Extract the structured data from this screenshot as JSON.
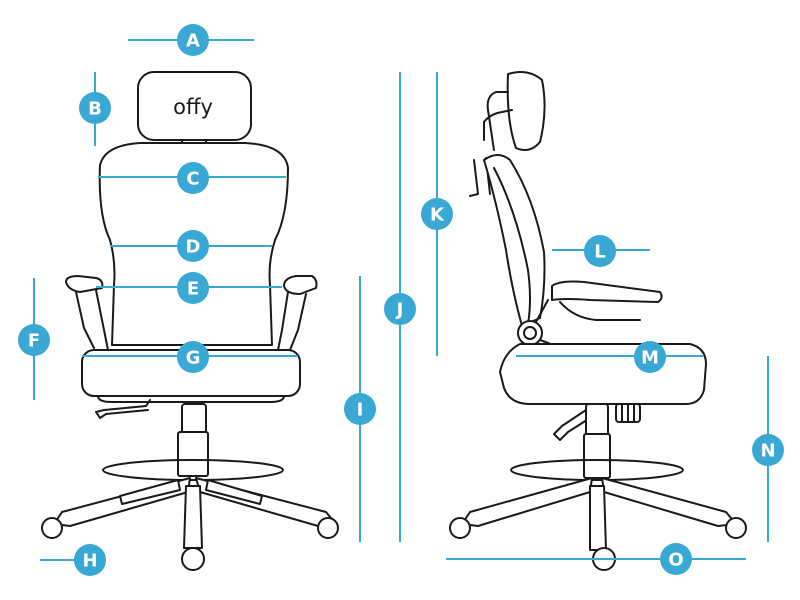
{
  "brand": {
    "logo_text": "offy",
    "accent_color": "#3aa8d4",
    "line_color": "#1a1a1a"
  },
  "markers": {
    "A": "A",
    "B": "B",
    "C": "C",
    "D": "D",
    "E": "E",
    "F": "F",
    "G": "G",
    "H": "H",
    "I": "I",
    "J": "J",
    "K": "K",
    "L": "L",
    "M": "M",
    "N": "N",
    "O": "O"
  }
}
